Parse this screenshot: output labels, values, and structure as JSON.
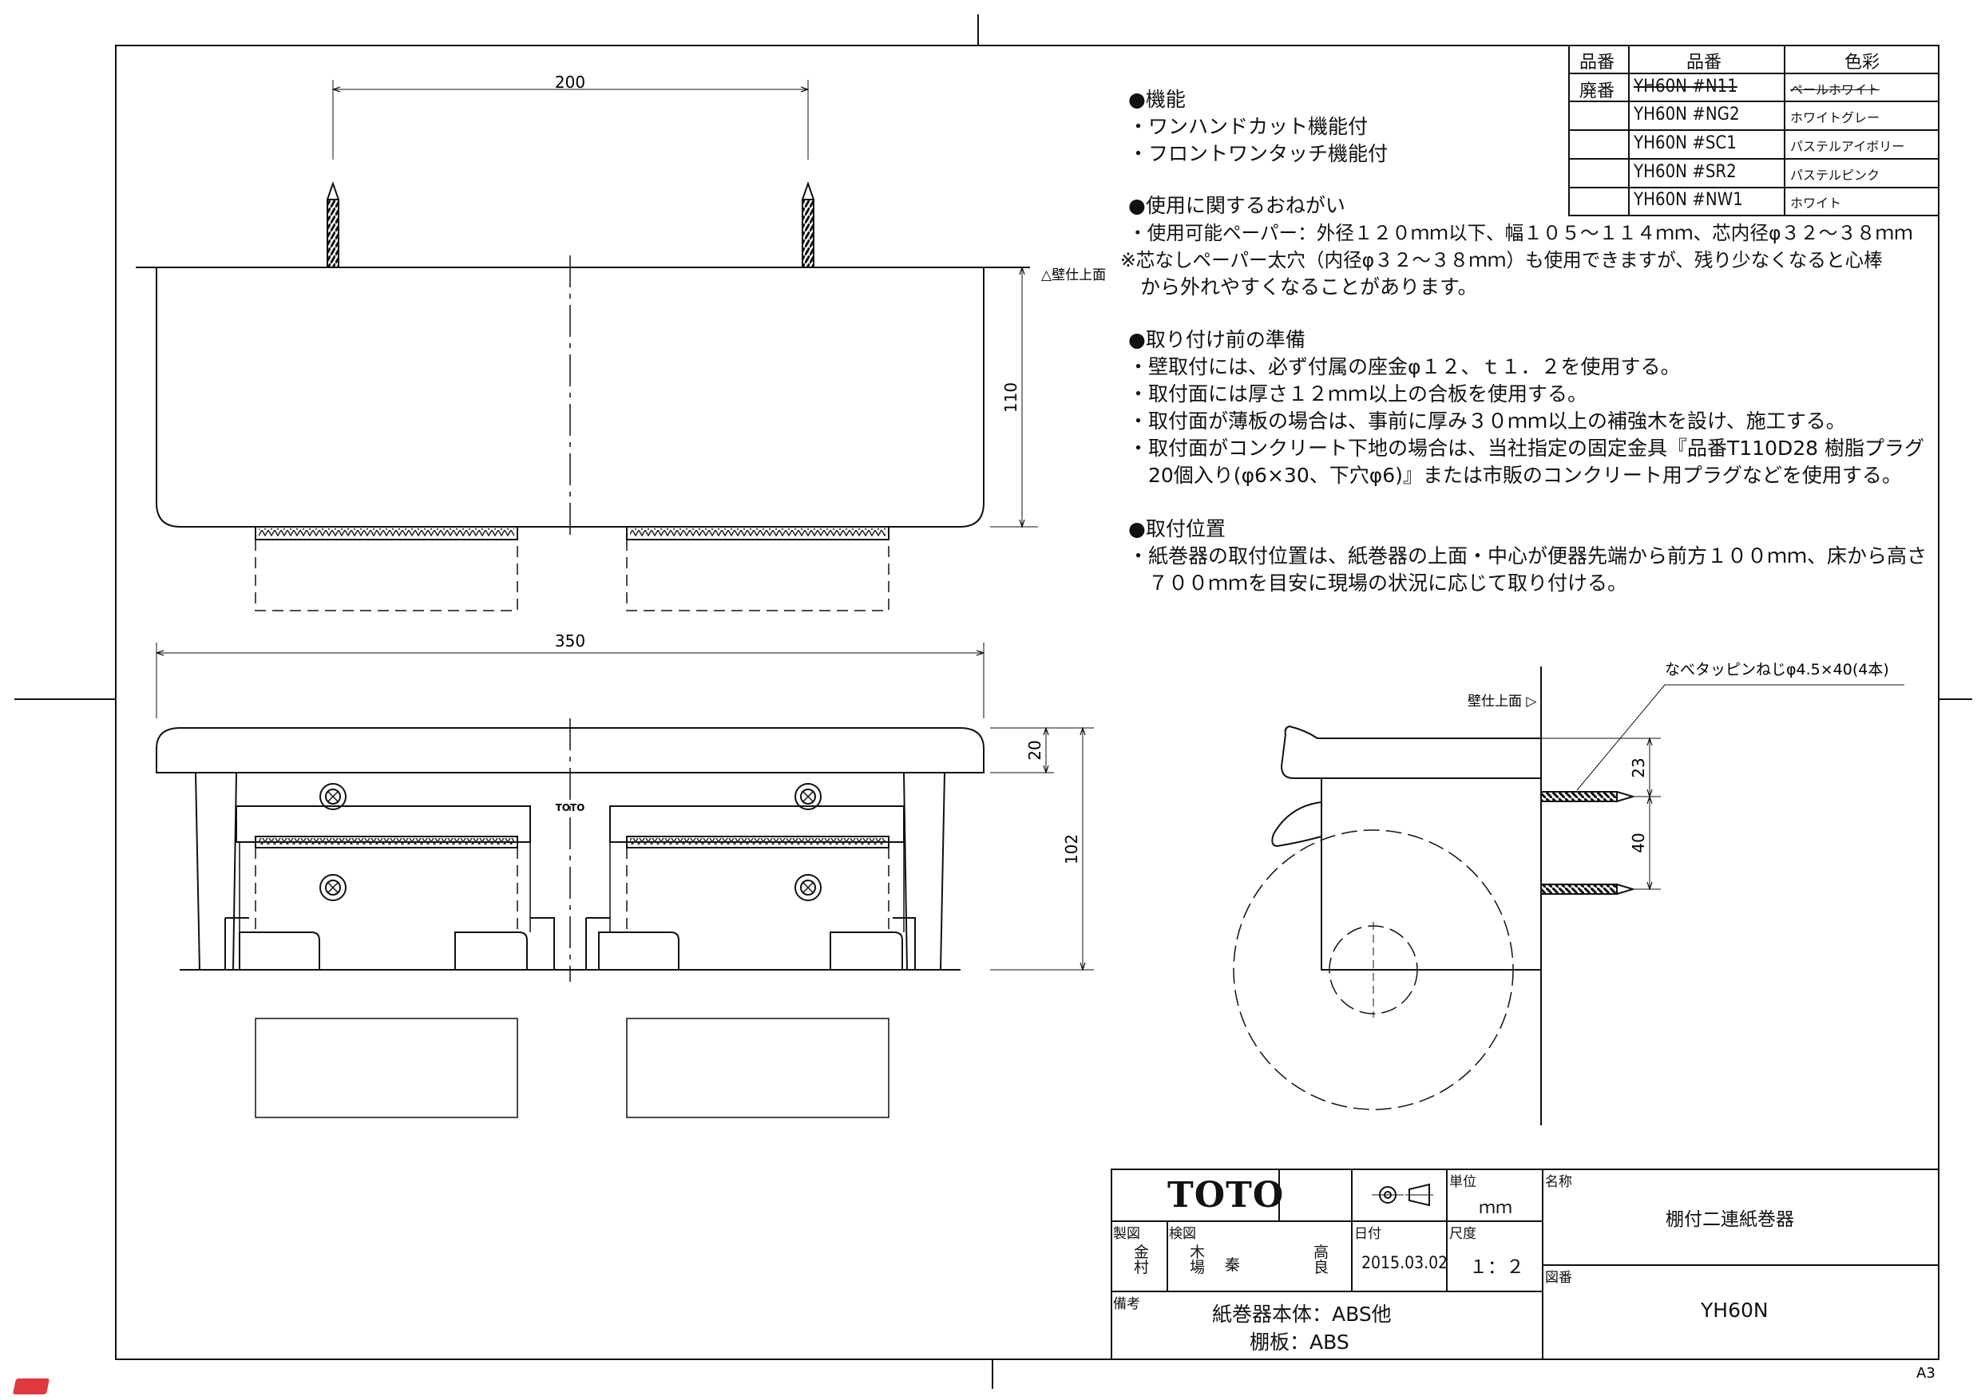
{
  "dimensions": {
    "top_width": "200",
    "top_height": "110",
    "front_width": "350",
    "front_shelf": "20",
    "front_height": "102",
    "side_23": "23",
    "side_40": "40"
  },
  "labels": {
    "wall_surface_top": "△壁仕上面",
    "wall_surface_side": "壁仕上面 ▷",
    "screw_callout": "なべタッピンねじφ4.5×40(4本)",
    "front_logo": "TOTO",
    "sheet_size": "A3"
  },
  "color_table": {
    "headers": [
      "品番",
      "品番",
      "色彩"
    ],
    "rows": [
      {
        "status": "廃番",
        "code": "YH60N #N11",
        "color": "ペールホワイト",
        "discontinued": true
      },
      {
        "status": "",
        "code": "YH60N #NG2",
        "color": "ホワイトグレー",
        "discontinued": false
      },
      {
        "status": "",
        "code": "YH60N #SC1",
        "color": "パステルアイボリー",
        "discontinued": false
      },
      {
        "status": "",
        "code": "YH60N #SR2",
        "color": "パステルピンク",
        "discontinued": false
      },
      {
        "status": "",
        "code": "YH60N #NW1",
        "color": "ホワイト",
        "discontinued": false
      }
    ]
  },
  "notes": {
    "features_title": "●機能",
    "features": [
      "・ワンハンドカット機能付",
      "・フロントワンタッチ機能付"
    ],
    "usage_title": "●使用に関するおねがい",
    "usage": [
      "・使用可能ペーパー：外径１２０ｍｍ以下、幅１０５～１１４ｍｍ、芯内径φ３２～３８ｍｍ",
      "※芯なしペーパー太穴（内径φ３２～３８ｍｍ）も使用できますが、残り少なくなると心棒",
      "　から外れやすくなることがあります。"
    ],
    "prep_title": "●取り付け前の準備",
    "prep": [
      "・壁取付には、必ず付属の座金φ１２、ｔ１．２を使用する。",
      "・取付面には厚さ１２ｍｍ以上の合板を使用する。",
      "・取付面が薄板の場合は、事前に厚み３０ｍｍ以上の補強木を設け、施工する。",
      "・取付面がコンクリート下地の場合は、当社指定の固定金具『品番T110D28 樹脂プラグ",
      "　20個入り(φ6×30、下穴φ6)』または市販のコンクリート用プラグなどを使用する。"
    ],
    "position_title": "●取付位置",
    "position": [
      "・紙巻器の取付位置は、紙巻器の上面・中心が便器先端から前方１００ｍｍ、床から高さ",
      "　７００ｍｍを目安に現場の状況に応じて取り付ける。"
    ]
  },
  "title_block": {
    "brand": "TOTO",
    "unit_label": "単位",
    "unit": "ｍｍ",
    "name_label": "名称",
    "name": "棚付二連紙巻器",
    "drawn_label": "製図",
    "drawn_by": "金\n村",
    "checked_label": "検図",
    "checked_1": "木\n場",
    "checked_2": "秦",
    "checked_3": "高\n良",
    "date_label": "日付",
    "date": "2015.03.02",
    "scale_label": "尺度",
    "scale": "１：２",
    "dwg_label": "図番",
    "dwg_no": "YH60N",
    "remarks_label": "備考",
    "remarks_1": "紙巻器本体：ABS他",
    "remarks_2": "棚板：ABS"
  }
}
